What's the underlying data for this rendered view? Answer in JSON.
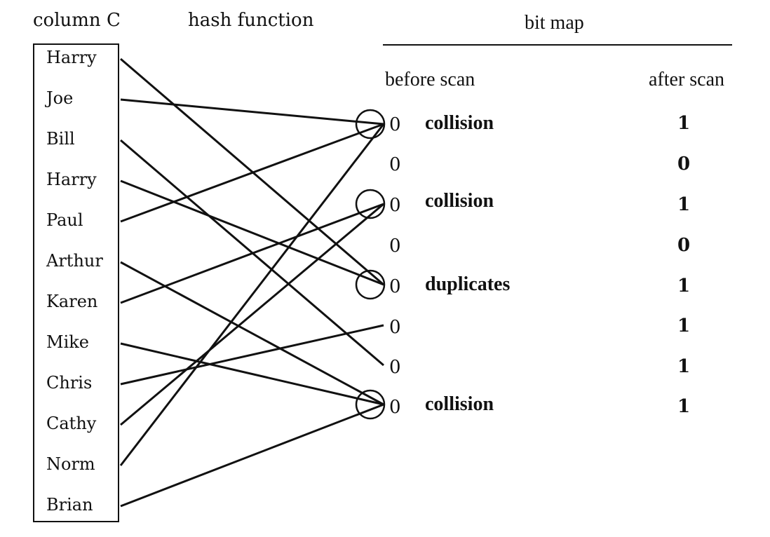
{
  "headers": {
    "column": "column C",
    "hash": "hash function",
    "bitmap": "bit map",
    "before": "before scan",
    "after": "after scan"
  },
  "names": [
    "Harry",
    "Joe",
    "Bill",
    "Harry",
    "Paul",
    "Arthur",
    "Karen",
    "Mike",
    "Chris",
    "Cathy",
    "Norm",
    "Brian"
  ],
  "bits_before": [
    "0",
    "0",
    "0",
    "0",
    "0",
    "0",
    "0",
    "0"
  ],
  "bits_after": [
    "1",
    "0",
    "1",
    "0",
    "1",
    "1",
    "1",
    "1"
  ],
  "notes": {
    "slot0": "collision",
    "slot2": "collision",
    "slot4": "duplicates",
    "slot7": "collision"
  },
  "mapping": [
    4,
    0,
    6,
    4,
    0,
    7,
    2,
    7,
    5,
    2,
    0,
    7
  ],
  "circled_slots": [
    0,
    2,
    4,
    7
  ]
}
